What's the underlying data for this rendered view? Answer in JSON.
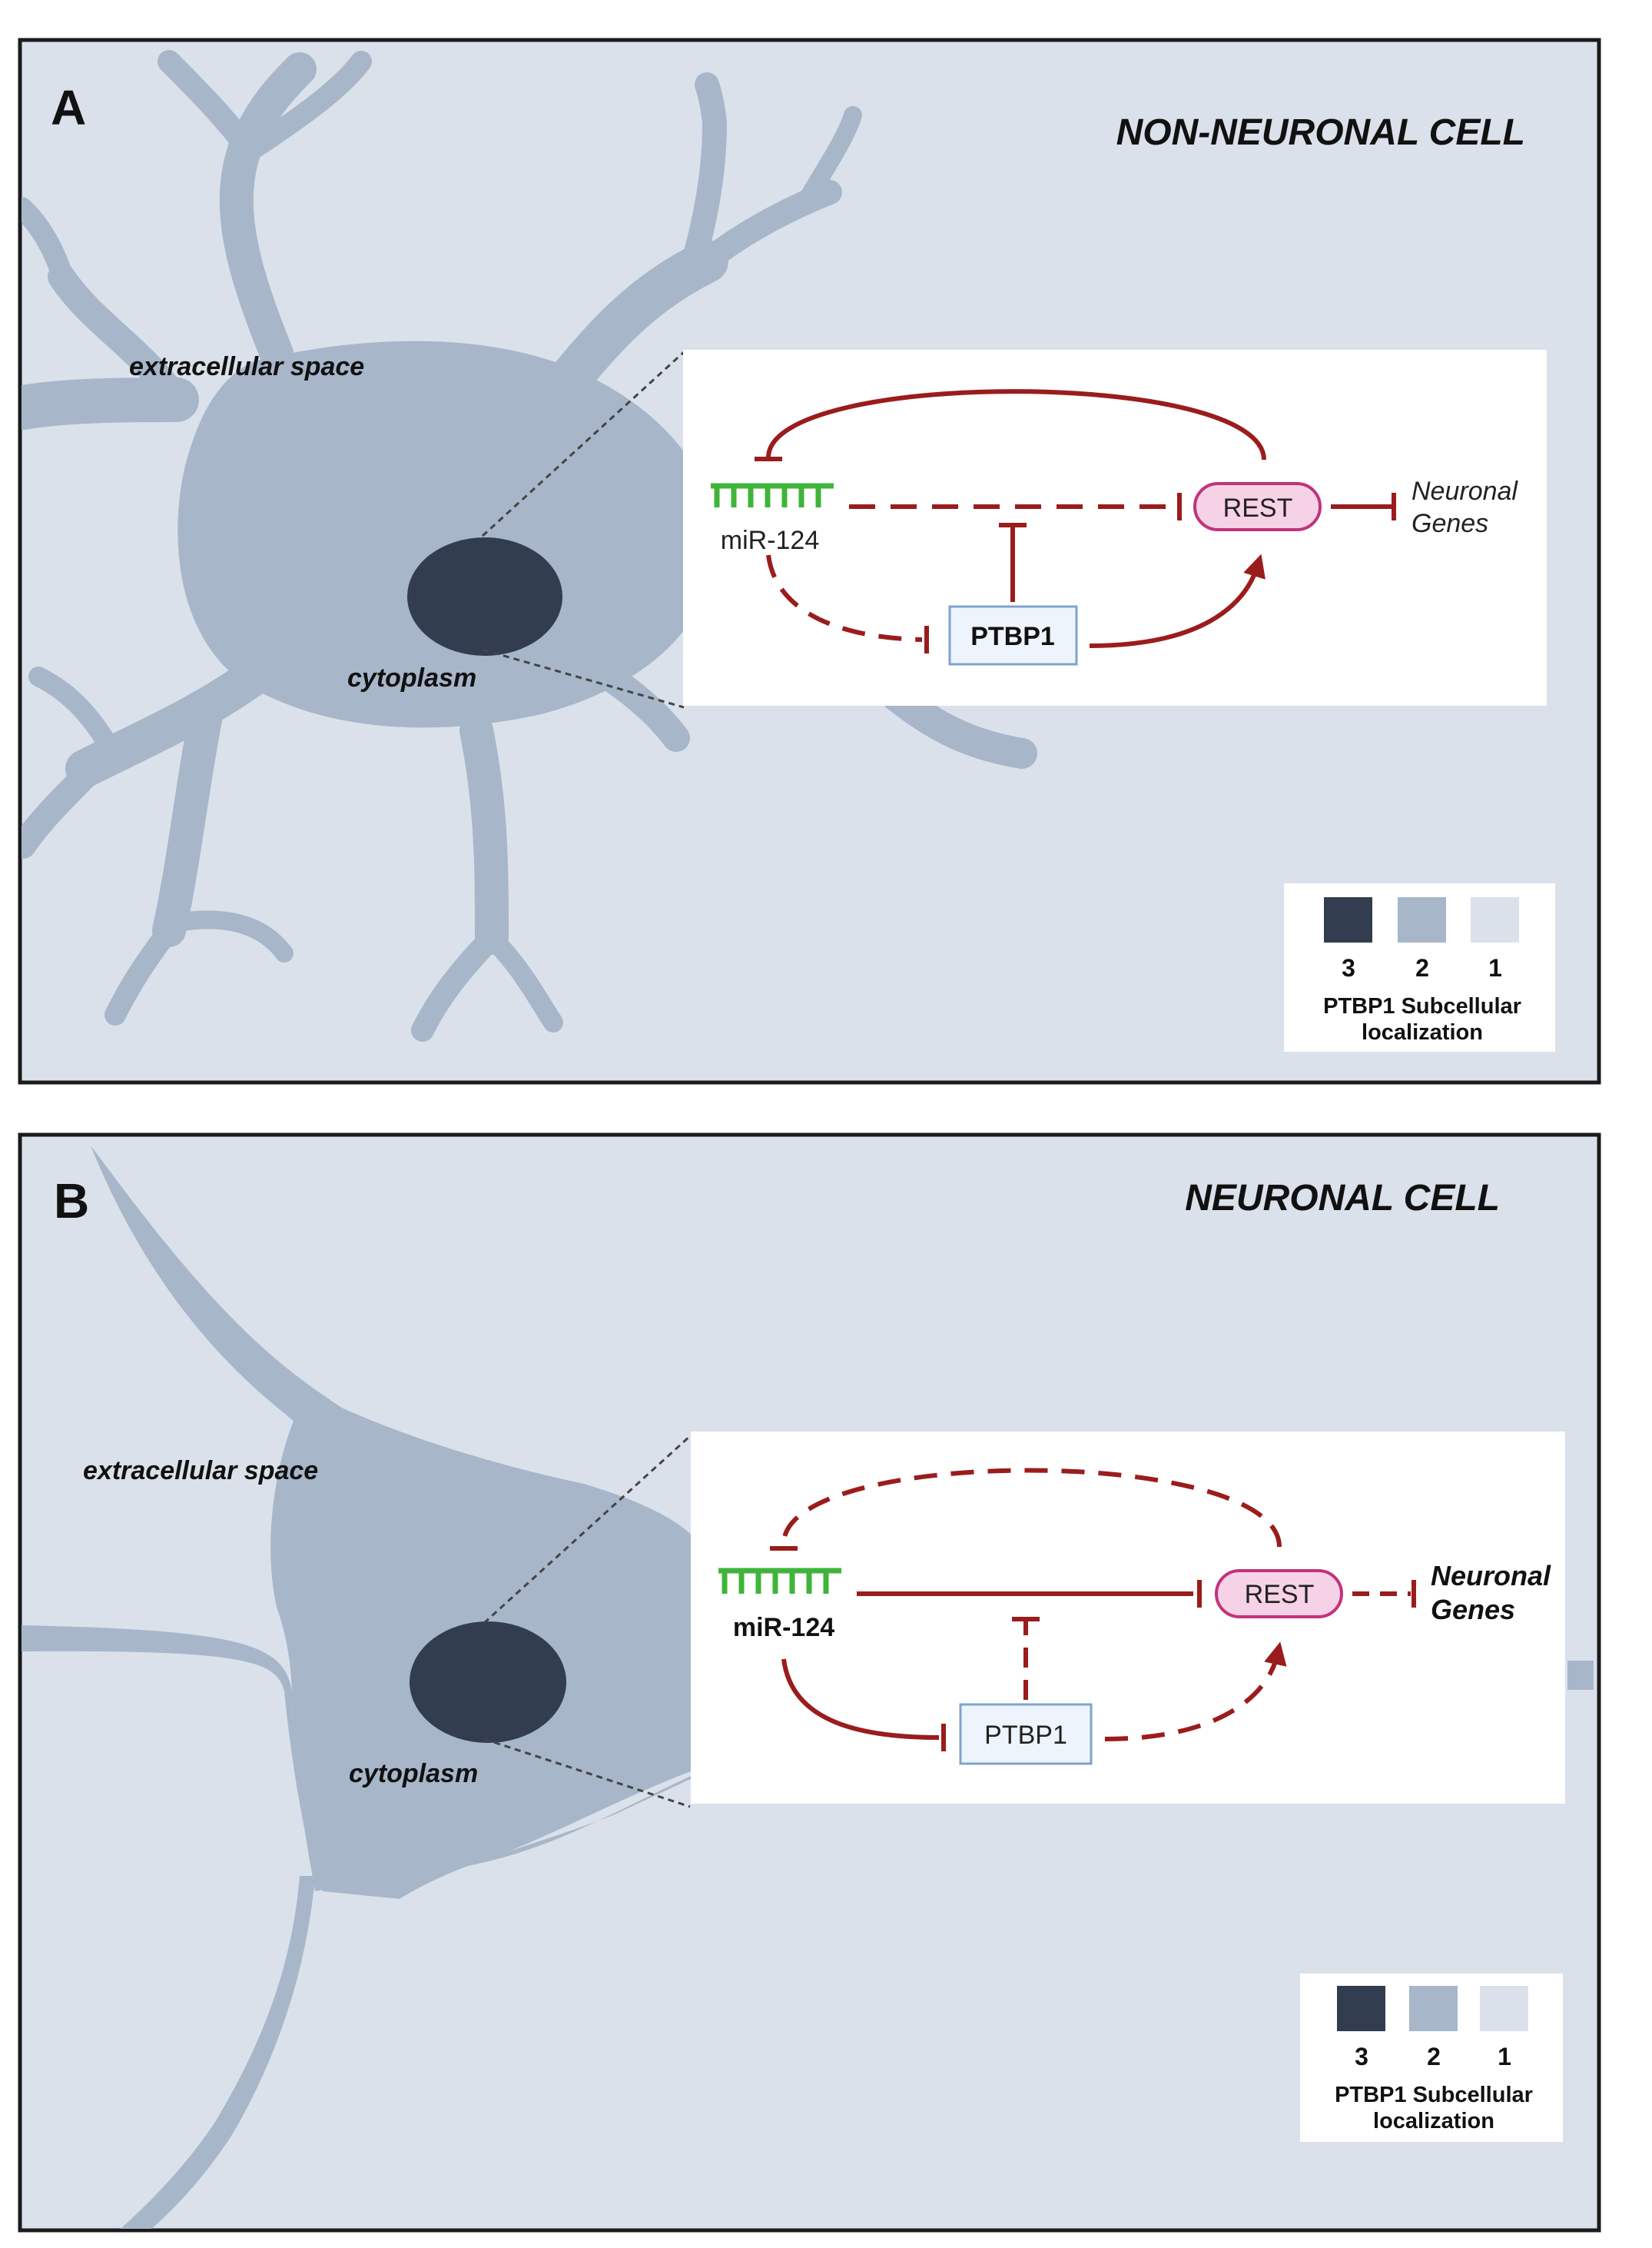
{
  "panel_a": {
    "letter": "A",
    "title": "NON-NEURONAL CELL",
    "extracellular_label": "extracellular space",
    "cytoplasm_label": "cytoplasm",
    "diagram": {
      "mirna_label": "miR-124",
      "rest_label": "REST",
      "ptbp1_label": "PTBP1",
      "target_line1": "Neuronal",
      "target_line2": "Genes"
    },
    "legend": {
      "levels": [
        "3",
        "2",
        "1"
      ],
      "caption_line1": "PTBP1 Subcellular",
      "caption_line2": "localization"
    }
  },
  "panel_b": {
    "letter": "B",
    "title": "NEURONAL CELL",
    "extracellular_label": "extracellular space",
    "cytoplasm_label": "cytoplasm",
    "diagram": {
      "mirna_label": "miR-124",
      "rest_label": "REST",
      "ptbp1_label": "PTBP1",
      "target_line1": "Neuronal",
      "target_line2": "Genes"
    },
    "legend": {
      "levels": [
        "3",
        "2",
        "1"
      ],
      "caption_line1": "PTBP1 Subcellular",
      "caption_line2": "localization"
    }
  },
  "colors": {
    "background": "#dbe1eb",
    "cell_body": "#a8b6ca",
    "nucleus": "#323d4f",
    "inhibition_arrow": "#9b1c1c",
    "mirna_green": "#3fb43a",
    "rest_fill": "#f6d2e6",
    "rest_border": "#c2337d",
    "ptbp1_fill": "#eef4fb",
    "ptbp1_border": "#7fa3cf",
    "legend_level_3": "#323d4f",
    "legend_level_2": "#a8b6ca",
    "legend_level_1": "#dbe1eb"
  }
}
